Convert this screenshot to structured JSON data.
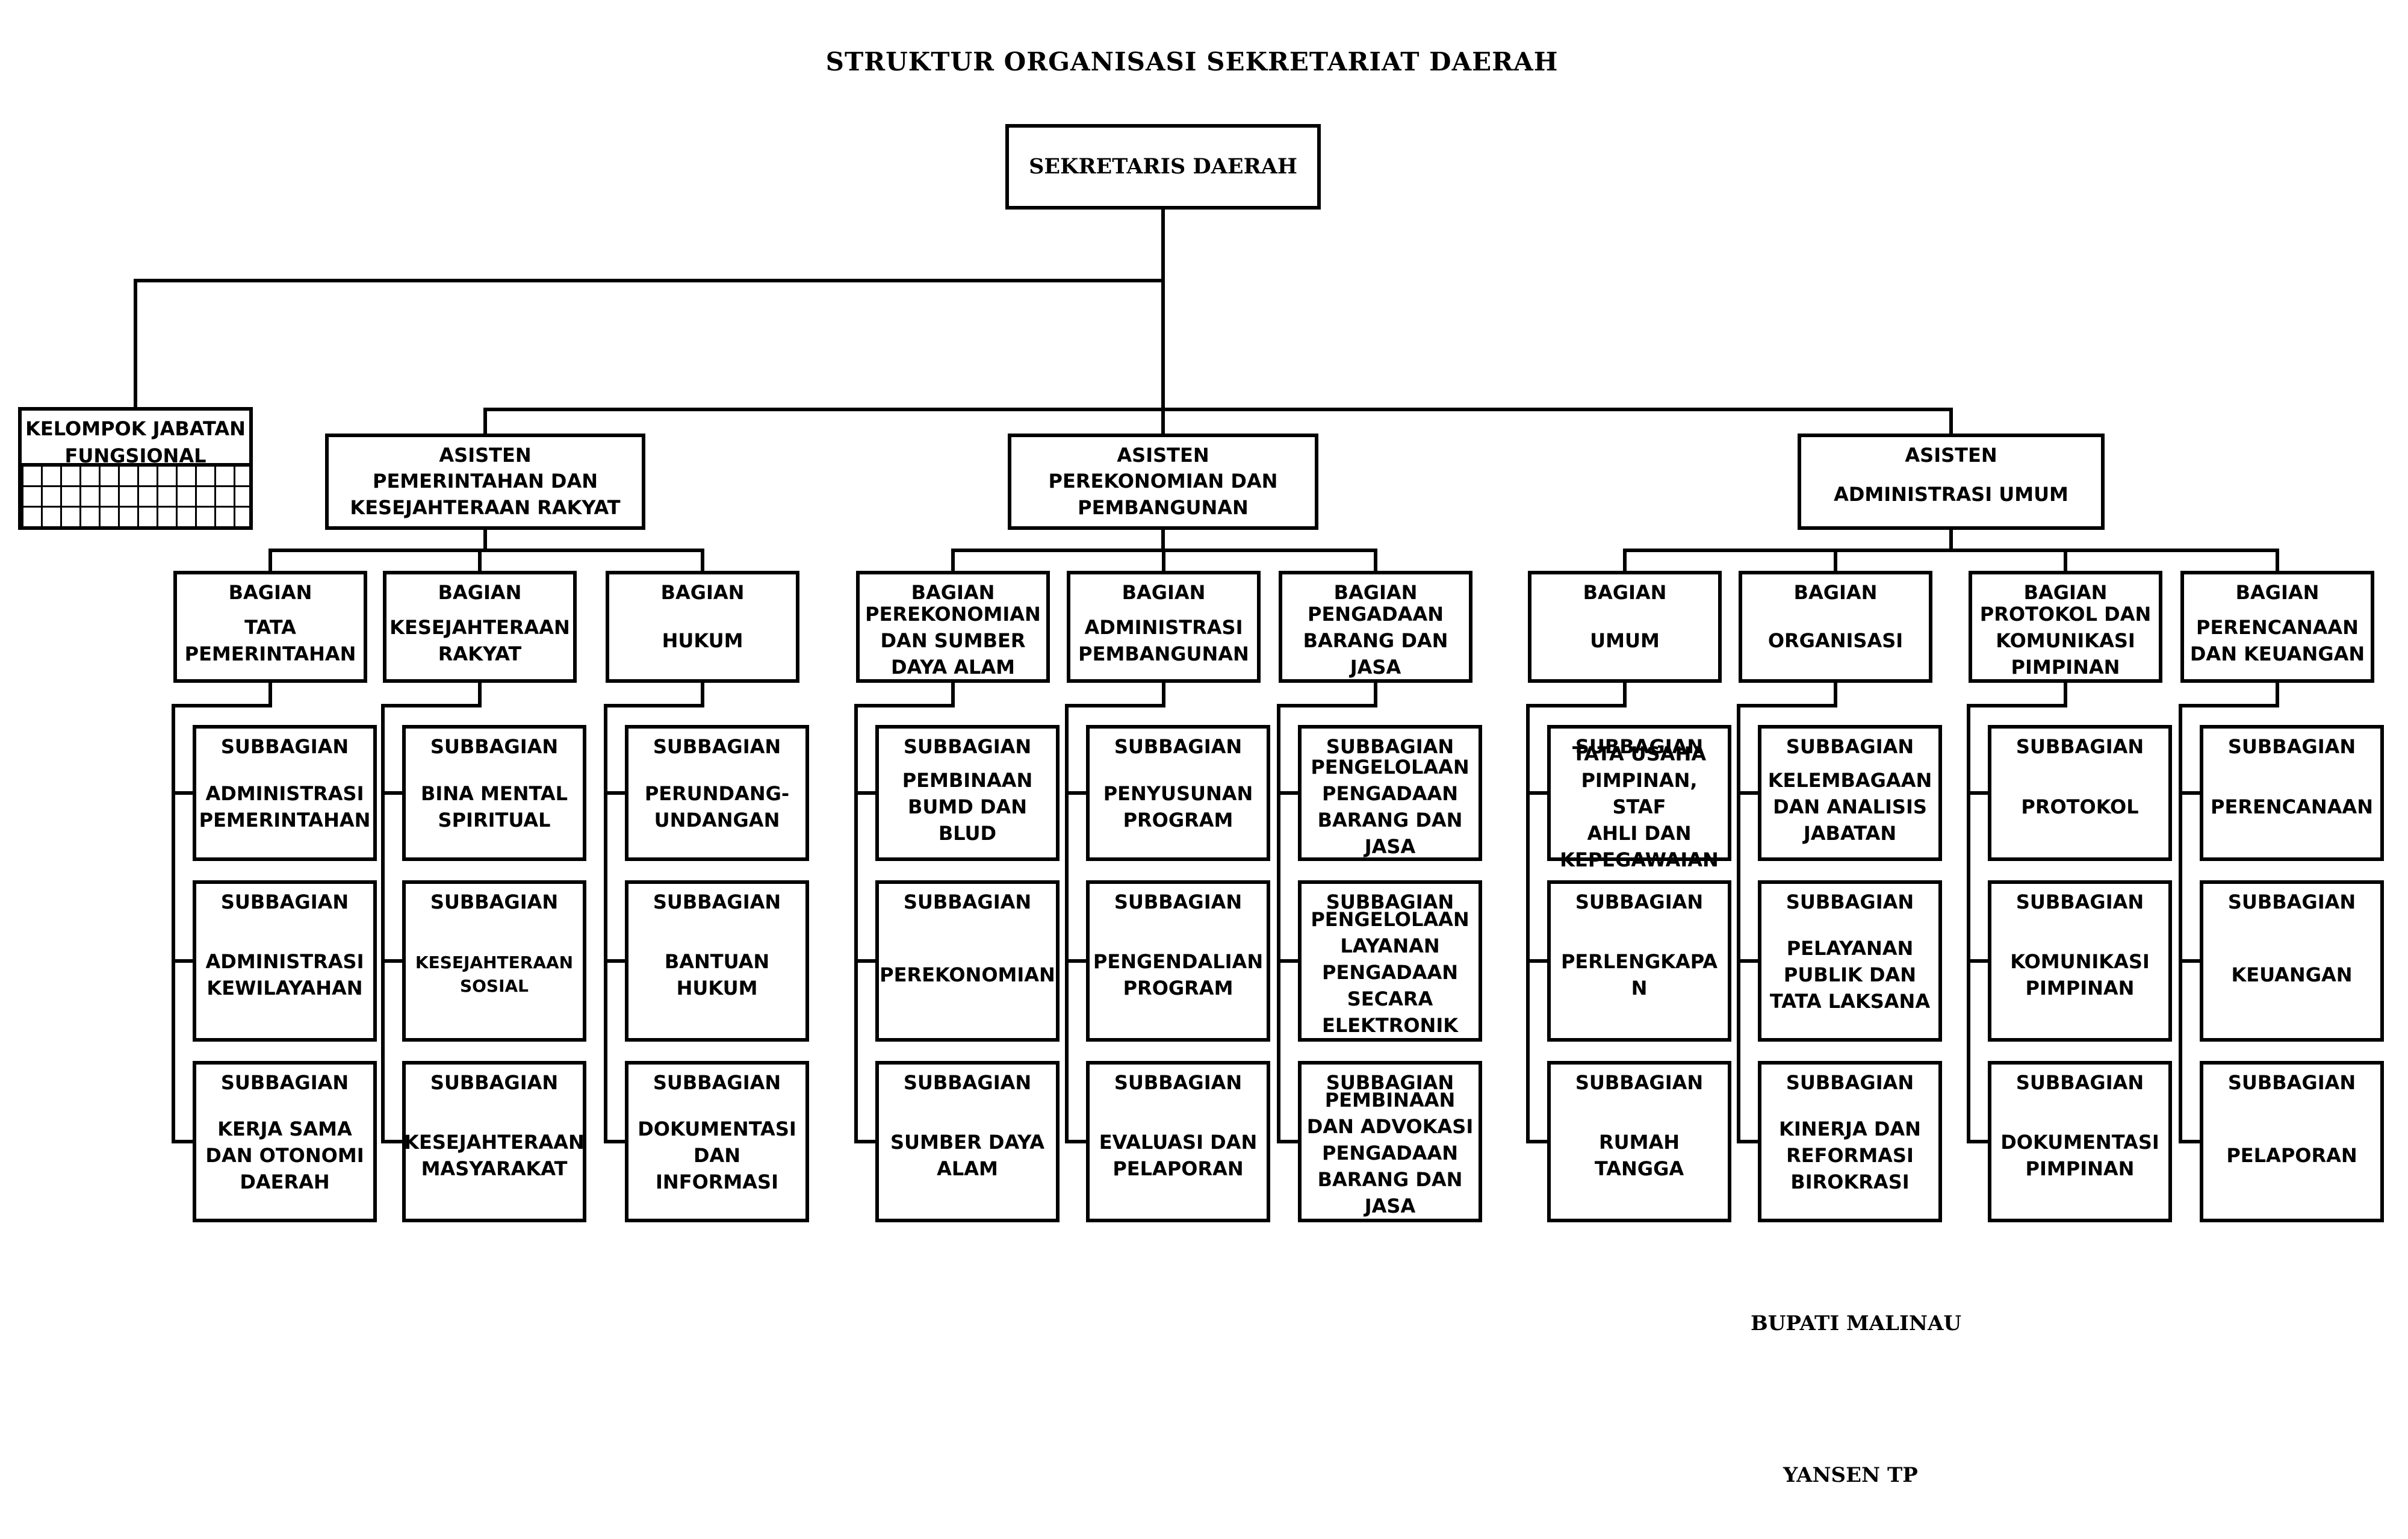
{
  "title": "STRUKTUR ORGANISASI SEKRETARIAT DAERAH",
  "sekda": "SEKRETARIS DAERAH",
  "fungsional": "KELOMPOK JABATAN\nFUNGSIONAL",
  "asisten": [
    {
      "head": "ASISTEN",
      "name": "PEMERINTAHAN DAN\nKESEJAHTERAAN RAKYAT"
    },
    {
      "head": "ASISTEN",
      "name": "PEREKONOMIAN DAN\nPEMBANGUNAN"
    },
    {
      "head": "ASISTEN",
      "name": "ADMINISTRASI UMUM"
    }
  ],
  "bagian": [
    {
      "head": "BAGIAN",
      "name": "TATA\nPEMERINTAHAN",
      "subs": [
        "ADMINISTRASI\nPEMERINTAHAN",
        "ADMINISTRASI\nKEWILAYAHAN",
        "KERJA SAMA\nDAN OTONOMI\nDAERAH"
      ]
    },
    {
      "head": "BAGIAN",
      "name": "KESEJAHTERAAN\nRAKYAT",
      "subs": [
        "BINA MENTAL\nSPIRITUAL",
        "KESEJAHTERAAN\nSOSIAL",
        "KESEJAHTERAAN\nMASYARAKAT"
      ]
    },
    {
      "head": "BAGIAN",
      "name": "HUKUM",
      "subs": [
        "PERUNDANG-\nUNDANGAN",
        "BANTUAN\nHUKUM",
        "DOKUMENTASI\nDAN INFORMASI"
      ]
    },
    {
      "head": "BAGIAN",
      "name": "PEREKONOMIAN\nDAN SUMBER\nDAYA ALAM",
      "subs": [
        "PEMBINAAN\nBUMD DAN\nBLUD",
        "PEREKONOMIAN",
        "SUMBER DAYA\nALAM"
      ]
    },
    {
      "head": "BAGIAN",
      "name": "ADMINISTRASI\nPEMBANGUNAN",
      "subs": [
        "PENYUSUNAN\nPROGRAM",
        "PENGENDALIAN\nPROGRAM",
        "EVALUASI DAN\nPELAPORAN"
      ]
    },
    {
      "head": "BAGIAN",
      "name": "PENGADAAN\nBARANG DAN\nJASA",
      "subs": [
        "PENGELOLAAN\nPENGADAAN\nBARANG DAN\nJASA",
        "PENGELOLAAN\nLAYANAN\nPENGADAAN\nSECARA\nELEKTRONIK",
        "PEMBINAAN\nDAN ADVOKASI\nPENGADAAN\nBARANG DAN\nJASA"
      ]
    },
    {
      "head": "BAGIAN",
      "name": "UMUM",
      "subs": [
        "TATA USAHA\nPIMPINAN, STAF\nAHLI DAN\nKEPEGAWAIAN",
        "PERLENGKAPA\nN",
        "RUMAH TANGGA"
      ]
    },
    {
      "head": "BAGIAN",
      "name": "ORGANISASI",
      "subs": [
        "KELEMBAGAAN\nDAN ANALISIS\nJABATAN",
        "PELAYANAN\nPUBLIK DAN\nTATA LAKSANA",
        "KINERJA DAN\nREFORMASI\nBIROKRASI"
      ]
    },
    {
      "head": "BAGIAN",
      "name": "PROTOKOL DAN\nKOMUNIKASI\nPIMPINAN",
      "subs": [
        "PROTOKOL",
        "KOMUNIKASI\nPIMPINAN",
        "DOKUMENTASI\nPIMPINAN"
      ]
    },
    {
      "head": "BAGIAN",
      "name": "PERENCANAAN\nDAN KEUANGAN",
      "subs": [
        "PERENCANAAN",
        "KEUANGAN",
        "PELAPORAN"
      ]
    }
  ],
  "sub_label": "SUBBAGIAN",
  "sign_title": "BUPATI MALINAU",
  "sign_name": "YANSEN TP"
}
